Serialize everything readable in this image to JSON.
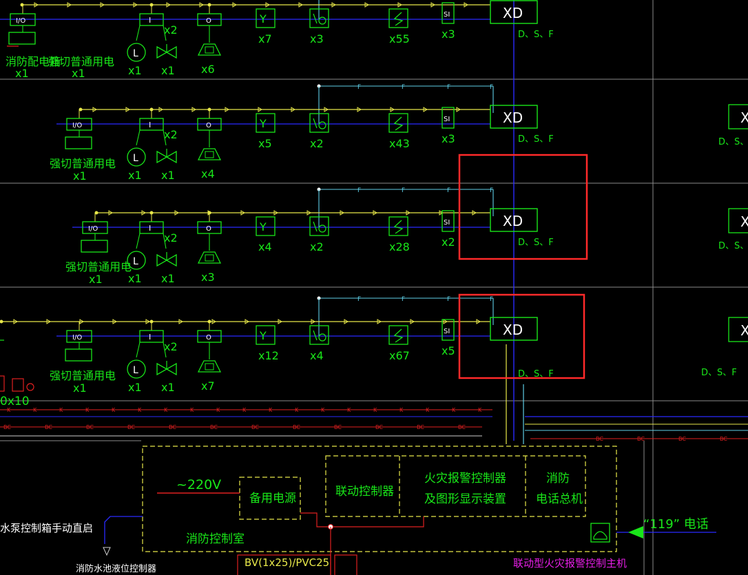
{
  "floors": [
    {
      "io_label": "I/O",
      "io_caption": "消防配电箱",
      "io_count": "x1",
      "strong_caption": "强切普通用电",
      "strong_count": "x1",
      "module_i": "I",
      "module_i_count": "x2",
      "l_symbol": "L",
      "l_count": "x1",
      "valve_count": "x1",
      "module_o": "O",
      "alarm_count": "x6",
      "detector_y_count": "x7",
      "detector_smoke_count": "x3",
      "detector_s_count": "x55",
      "si_label": "SI",
      "si_count": "x3",
      "xd_label": "XD",
      "dsf_label": "D、S、F"
    },
    {
      "io_label": "I/O",
      "strong_caption": "强切普通用电",
      "strong_count": "x1",
      "module_i": "I",
      "module_i_count": "x2",
      "l_symbol": "L",
      "l_count": "x1",
      "valve_count": "x1",
      "module_o": "O",
      "alarm_count": "x4",
      "detector_y_count": "x5",
      "detector_smoke_count": "x2",
      "detector_s_count": "x43",
      "si_label": "SI",
      "si_count": "x3",
      "xd_label": "XD",
      "dsf_label": "D、S、F"
    },
    {
      "io_label": "I/O",
      "strong_caption": "强切普通用电",
      "strong_count": "x1",
      "module_i": "I",
      "module_i_count": "x2",
      "l_symbol": "L",
      "l_count": "x1",
      "valve_count": "x1",
      "module_o": "O",
      "alarm_count": "x3",
      "detector_y_count": "x4",
      "detector_smoke_count": "x2",
      "detector_s_count": "x28",
      "si_label": "SI",
      "si_count": "x2",
      "xd_label": "XD",
      "dsf_label": "D、S、F"
    },
    {
      "io_label": "I/O",
      "strong_caption": "强切普通用电",
      "strong_count": "x1",
      "module_i": "I",
      "module_i_count": "x2",
      "l_symbol": "L",
      "l_count": "x1",
      "valve_count": "x1",
      "module_o": "O",
      "alarm_count": "x7",
      "detector_y_count": "x12",
      "detector_smoke_count": "x4",
      "detector_s_count": "x67",
      "si_label": "SI",
      "si_count": "x5",
      "xd_label": "XD",
      "dsf_label": "D、S、F"
    }
  ],
  "wire_labels": {
    "f_line": "F",
    "k_line": "K",
    "bc_line": "BC"
  },
  "right_column": {
    "xd_label": "X",
    "dsf_label": "D、S、F"
  },
  "left_fragment": {
    "count": "0x10"
  },
  "control_room": {
    "power_in": "~220V",
    "backup_power": "备用电源",
    "linkage_controller": "联动控制器",
    "fire_alarm_controller_line1": "火灾报警控制器",
    "fire_alarm_controller_line2": "及图形显示装置",
    "fire_phone_line1": "消防",
    "fire_phone_line2": "电话总机",
    "room_label": "消防控制室",
    "call_119": "“119” 电话",
    "pump_note": "水泵控制箱手动直启",
    "cable_spec": "BV(1x25)/PVC25",
    "host_label": "联动型火灾报警控制主机",
    "bottom_left_note": "消防水池液位控制器"
  },
  "colors": {
    "background": "#000000",
    "device_green": "#19e619",
    "bus_yellow": "#e8e84a",
    "trunk_blue": "#2a2aff",
    "f_line_cyan": "#5fd0e8",
    "k_bc_red": "#e02020",
    "highlight_red": "#ff2a2a",
    "host_magenta": "#e61ee6"
  },
  "highlights": [
    "floor-3-xd-box",
    "floor-4-xd-box"
  ]
}
